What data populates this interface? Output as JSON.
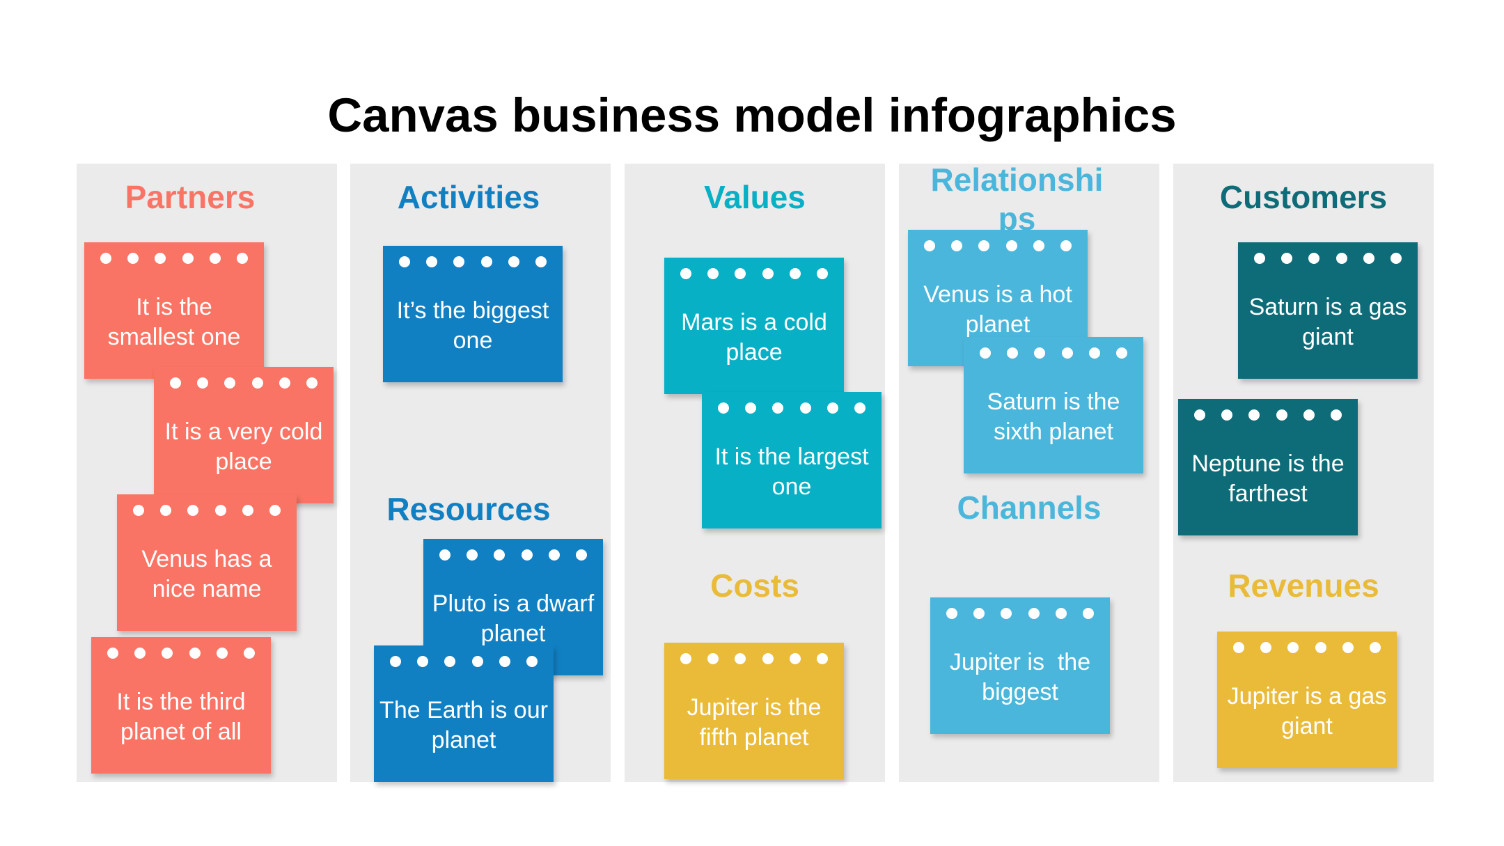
{
  "title": "Canvas business model infographics",
  "colors": {
    "partners": "#fa7465",
    "activities": "#1180c3",
    "values": "#07b0c4",
    "relationships": "#4bb6db",
    "customers": "#0e6c78",
    "costs_revenues": "#e9bb39",
    "column_background": "#ebebeb"
  },
  "sections": {
    "partners": {
      "heading": "Partners",
      "notes": [
        "It is the smallest one",
        "It is a very cold place",
        "Venus has a nice name",
        "It is the third planet of all"
      ]
    },
    "activities": {
      "heading": "Activities",
      "notes": [
        "It’s the biggest one"
      ]
    },
    "resources": {
      "heading": "Resources",
      "notes": [
        "Pluto is a dwarf planet",
        "The Earth is our planet"
      ]
    },
    "values": {
      "heading": "Values",
      "notes": [
        "Mars is a cold place",
        "It is the largest one"
      ]
    },
    "costs": {
      "heading": "Costs",
      "notes": [
        "Jupiter is the fifth planet"
      ]
    },
    "relationships": {
      "heading": "Relationships",
      "notes": [
        "Venus is a hot planet",
        "Saturn is the sixth planet"
      ]
    },
    "channels": {
      "heading": "Channels",
      "notes": [
        "Jupiter is  the biggest"
      ]
    },
    "customers": {
      "heading": "Customers",
      "notes": [
        "Saturn is a gas giant",
        "Neptune is the farthest"
      ]
    },
    "revenues": {
      "heading": "Revenues",
      "notes": [
        "Jupiter is a gas giant"
      ]
    }
  }
}
